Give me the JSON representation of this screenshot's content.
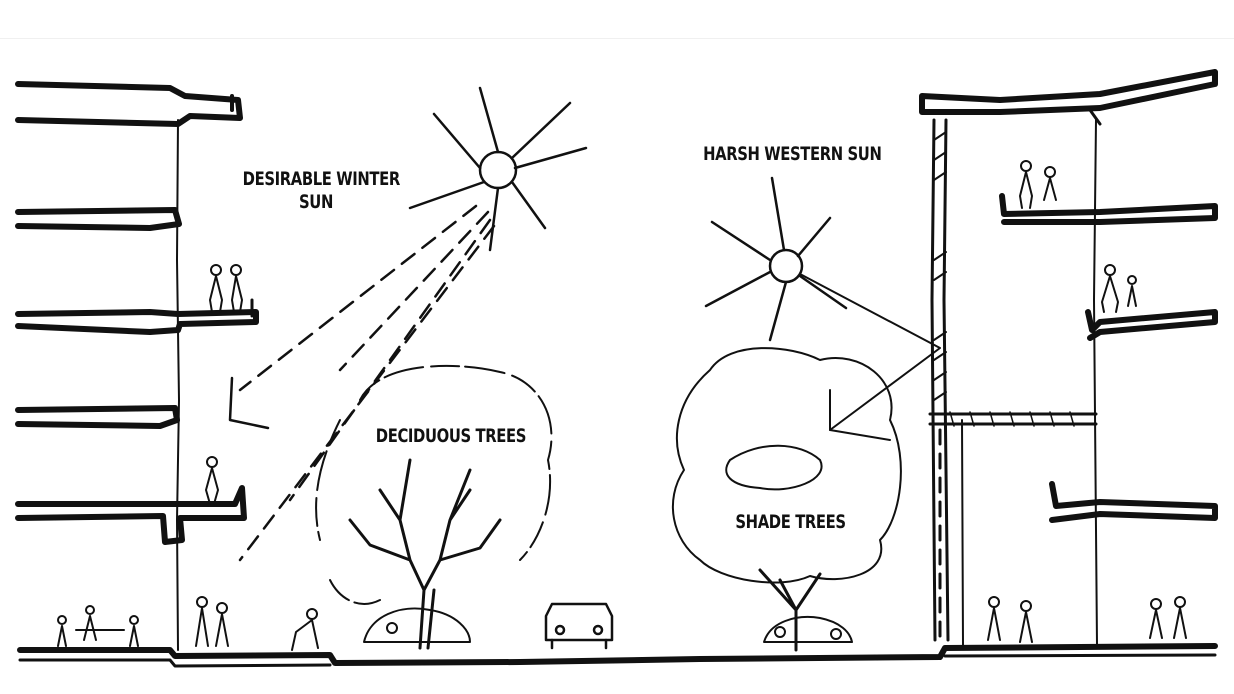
{
  "labels": {
    "winter_sun_line1": "DESIRABLE WINTER",
    "winter_sun_line2": "SUN",
    "western_sun": "HARSH WESTERN SUN",
    "deciduous_trees": "DECIDUOUS TREES",
    "shade_trees": "SHADE TREES"
  },
  "colors": {
    "ink": "#111111",
    "paper": "#ffffff"
  }
}
